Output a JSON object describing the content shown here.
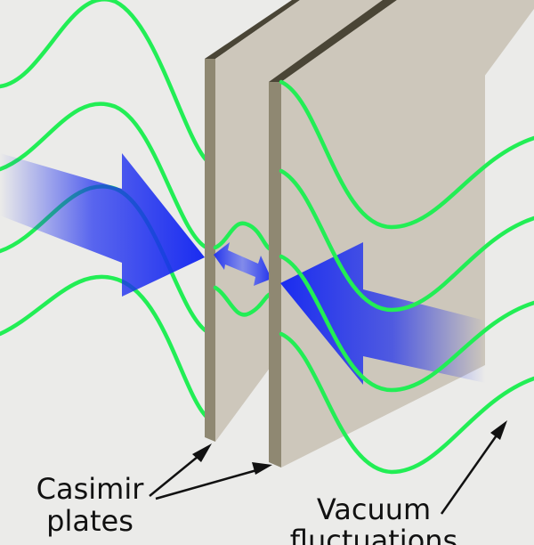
{
  "labels": {
    "plates_line1": "Casimir",
    "plates_line2": "plates",
    "fluct_line1": "Vacuum",
    "fluct_line2": "fluctuations"
  },
  "colors": {
    "background": "#ebebe9",
    "plate_face": "#cdc7bb",
    "plate_edge": "#8f8872",
    "plate_top": "#4a4536",
    "wave": "#22ee55",
    "arrow": "#1a2cf0",
    "pointer": "#111111"
  },
  "icons": {
    "pressure_arrows": "blue-arrow-icon",
    "gap_arrow": "double-arrow-icon",
    "pointers": "black-arrow-icon"
  }
}
